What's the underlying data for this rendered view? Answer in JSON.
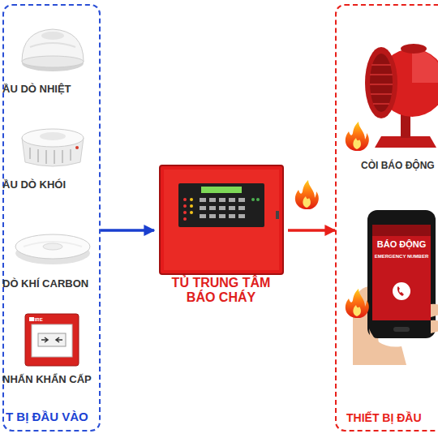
{
  "diagram": {
    "nodes": [
      {
        "text": [
          "T BỊ ĐẦU VÀO"
        ]
      },
      {
        "text": [
          "ẦU DÒ NHIỆT"
        ],
        "in": 0
      },
      {
        "text": [
          "ẦU DÒ KHÓI"
        ],
        "in": 0
      },
      {
        "text": [
          "DÒ KHÍ CARBON"
        ],
        "in": 0
      },
      {
        "text": [
          "NHẤN KHẨN CẤP"
        ],
        "in": 0
      },
      {
        "text": [
          "TỦ TRUNG TÂM BÁO CHÁY"
        ]
      },
      {
        "text": [
          "THIẾT BỊ ĐẦU"
        ]
      },
      {
        "text": [
          "CÒI BÁO ĐỘNG"
        ],
        "in": 6
      },
      {
        "text": [
          "BÁO ĐỘNG",
          "EMERGENCY NUMBER"
        ],
        "in": 6
      }
    ],
    "edges": [
      {
        "from": 0,
        "to": 5,
        "arrow": "to"
      },
      {
        "from": 5,
        "to": 6,
        "arrow": "to"
      }
    ],
    "labels": [
      "FIRE"
    ]
  }
}
